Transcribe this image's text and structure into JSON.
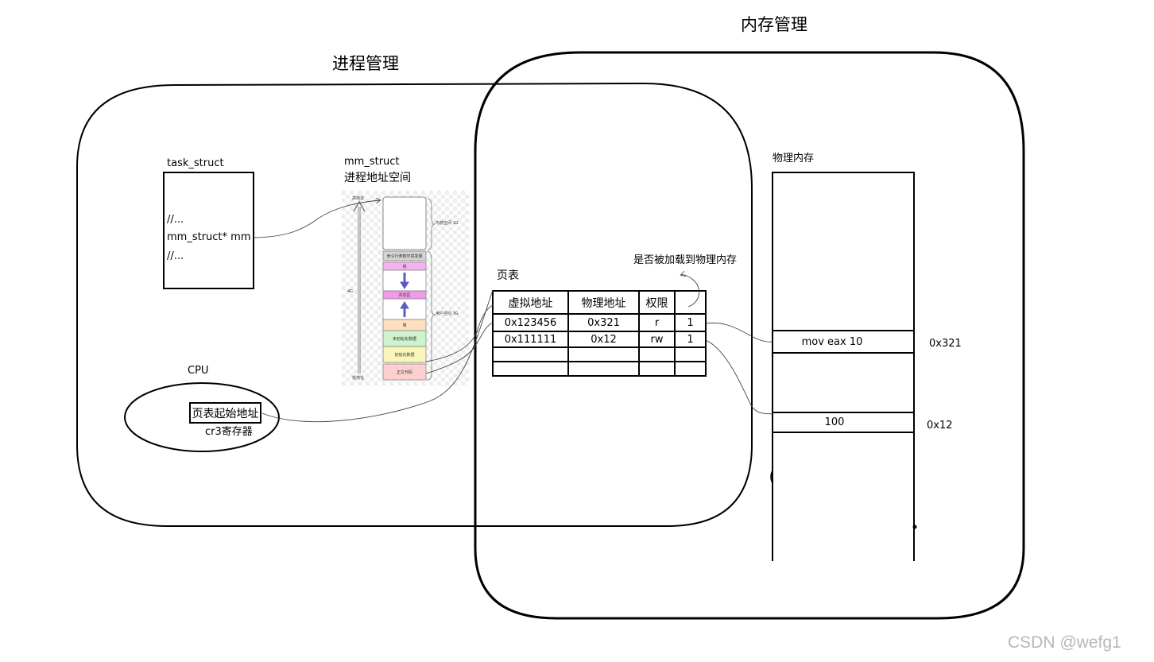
{
  "titles": {
    "process_mgmt": "进程管理",
    "memory_mgmt": "内存管理"
  },
  "task_struct": {
    "label": "task_struct",
    "lines": [
      "//...",
      "mm_struct* mm",
      "//..."
    ]
  },
  "mm_struct": {
    "label": "mm_struct",
    "sublabel": "进程地址空间",
    "segments": [
      "命令行参数环境变量",
      "栈",
      "共享区",
      "堆",
      "未初始化数据",
      "初始化数据",
      "正文代码"
    ],
    "side_labels": {
      "kernel": "内核空间 1G",
      "user": "用户空间 3G",
      "total": "4G",
      "high": "高地址",
      "low": "低地址"
    },
    "colors": {
      "cmdline": "#d4d4d4",
      "stack": "#f6b3f0",
      "shared": "#f09ae8",
      "heap": "#fce0c0",
      "bss": "#cdf2cd",
      "data": "#f8f6b8",
      "text": "#fcd0d0",
      "arrow": "#5b5bc4"
    }
  },
  "cpu": {
    "label": "CPU",
    "register_value": "页表起始地址",
    "register_name": "cr3寄存器"
  },
  "page_table": {
    "label": "页表",
    "headers": [
      "虚拟地址",
      "物理地址",
      "权限",
      ""
    ],
    "rows": [
      [
        "0x123456",
        "0x321",
        "r",
        "1"
      ],
      [
        "0x111111",
        "0x12",
        "rw",
        "1"
      ],
      [
        "",
        "",
        "",
        ""
      ],
      [
        "",
        "",
        "",
        ""
      ]
    ],
    "annotation": "是否被加载到物理内存"
  },
  "physical_memory": {
    "label": "物理内存",
    "cells": [
      {
        "content": "mov eax 10",
        "address": "0x321"
      },
      {
        "content": "100",
        "address": "0x12"
      }
    ]
  },
  "watermark": "CSDN @wefg1"
}
